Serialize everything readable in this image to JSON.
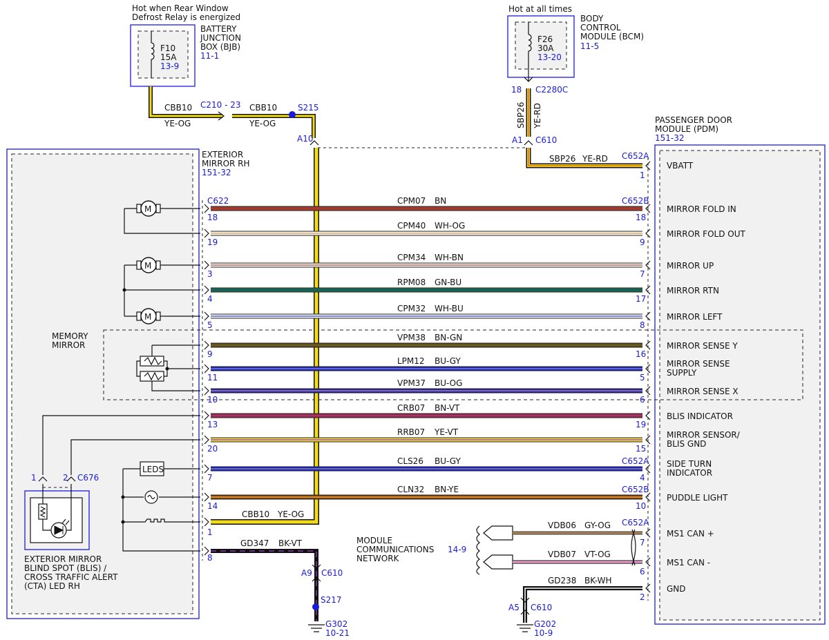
{
  "top_left": {
    "note_line1": "Hot when Rear Window",
    "note_line2": "Defrost Relay is energized",
    "fuse_name": "F10",
    "fuse_rating": "15A",
    "fuse_ref": "13-9",
    "module_line1": "BATTERY",
    "module_line2": "JUNCTION",
    "module_line3": "BOX (BJB)",
    "module_ref": "11-1",
    "wire1_circuit": "CBB10",
    "wire1_color": "YE-OG",
    "connector": "C210 - 23",
    "wire2_circuit": "CBB10",
    "wire2_color": "YE-OG",
    "splice": "S215",
    "pin_a10": "A10"
  },
  "top_right": {
    "note": "Hot at all times",
    "fuse_name": "F26",
    "fuse_rating": "30A",
    "fuse_ref": "13-20",
    "module_line1": "BODY",
    "module_line2": "CONTROL",
    "module_line3": "MODULE (BCM)",
    "module_ref": "11-5",
    "pin_18": "18",
    "connector_c2280c": "C2280C",
    "vert_circuit": "SBP26",
    "vert_color": "YE-RD",
    "pin_a1": "A1",
    "connector_c610": "C610"
  },
  "mirror": {
    "title_line1": "EXTERIOR",
    "title_line2": "MIRROR RH",
    "ref": "151-32",
    "connector": "C622",
    "memory_line1": "MEMORY",
    "memory_line2": "MIRROR",
    "leds_label": "LEDS",
    "blis_connector": "C676",
    "blis_pin1": "1",
    "blis_pin2": "2",
    "blis_line1": "EXTERIOR MIRROR",
    "blis_line2": "BLIND SPOT (BLIS) /",
    "blis_line3": "CROSS TRAFFIC ALERT",
    "blis_line4": "(CTA) LED RH"
  },
  "pdm": {
    "title_line1": "PASSENGER DOOR",
    "title_line2": "MODULE (PDM)",
    "ref": "151-32"
  },
  "vbatt_row": {
    "circuit": "SBP26",
    "color": "YE-RD",
    "connector": "C652A",
    "pin": "1",
    "label": "VBATT"
  },
  "wires": [
    {
      "circuit": "CPM07",
      "color": "BN",
      "left_pin": "18",
      "right_pin": "18",
      "left_connector": "C622",
      "right_connector": "C652B",
      "label_line1": "MIRROR FOLD IN",
      "label_line2": "",
      "stripe": "#a23a2e",
      "trace": "#a23a2e"
    },
    {
      "circuit": "CPM40",
      "color": "WH-OG",
      "left_pin": "19",
      "right_pin": "9",
      "left_connector": "",
      "right_connector": "",
      "label_line1": "MIRROR FOLD OUT",
      "label_line2": "",
      "stripe": "#f7f7f7",
      "trace": "#e39a3c"
    },
    {
      "circuit": "CPM34",
      "color": "WH-BN",
      "left_pin": "3",
      "right_pin": "7",
      "left_connector": "",
      "right_connector": "",
      "label_line1": "MIRROR UP",
      "label_line2": "",
      "stripe": "#f7f7f7",
      "trace": "#b04a3c"
    },
    {
      "circuit": "RPM08",
      "color": "GN-BU",
      "left_pin": "4",
      "right_pin": "17",
      "left_connector": "",
      "right_connector": "",
      "label_line1": "MIRROR RTN",
      "label_line2": "",
      "stripe": "#1a7a2a",
      "trace": "#2233cc"
    },
    {
      "circuit": "CPM32",
      "color": "WH-BU",
      "left_pin": "5",
      "right_pin": "8",
      "left_connector": "",
      "right_connector": "",
      "label_line1": "MIRROR LEFT",
      "label_line2": "",
      "stripe": "#f7f7f7",
      "trace": "#3344dd"
    },
    {
      "circuit": "VPM38",
      "color": "BN-GN",
      "left_pin": "9",
      "right_pin": "16",
      "left_connector": "",
      "right_connector": "",
      "label_line1": "MIRROR SENSE Y",
      "label_line2": "",
      "stripe": "#7a4020",
      "trace": "#2a8a2a"
    },
    {
      "circuit": "LPM12",
      "color": "BU-GY",
      "left_pin": "11",
      "right_pin": "5",
      "left_connector": "",
      "right_connector": "",
      "label_line1": "MIRROR SENSE",
      "label_line2": "SUPPLY",
      "stripe": "#1a22d0",
      "trace": "#999999"
    },
    {
      "circuit": "VPM37",
      "color": "BU-OG",
      "left_pin": "10",
      "right_pin": "6",
      "left_connector": "",
      "right_connector": "",
      "label_line1": "MIRROR SENSE X",
      "label_line2": "",
      "stripe": "#1a22d0",
      "trace": "#e39a3c"
    },
    {
      "circuit": "CRB07",
      "color": "BN-VT",
      "left_pin": "13",
      "right_pin": "19",
      "left_connector": "",
      "right_connector": "",
      "label_line1": "BLIS INDICATOR",
      "label_line2": "",
      "stripe": "#a02a3a",
      "trace": "#9a3ab0"
    },
    {
      "circuit": "RRB07",
      "color": "YE-VT",
      "left_pin": "20",
      "right_pin": "15",
      "left_connector": "",
      "right_connector": "",
      "label_line1": "MIRROR SENSOR/",
      "label_line2": "BLIS GND",
      "stripe": "#f0e040",
      "trace": "#9a3ab0"
    },
    {
      "circuit": "CLS26",
      "color": "BU-GY",
      "left_pin": "7",
      "right_pin": "4",
      "left_connector": "",
      "right_connector": "C652A",
      "label_line1": "SIDE TURN",
      "label_line2": "INDICATOR",
      "stripe": "#1a22d0",
      "trace": "#999999"
    },
    {
      "circuit": "CLN32",
      "color": "BN-YE",
      "left_pin": "14",
      "right_pin": "10",
      "left_connector": "",
      "right_connector": "C652B",
      "label_line1": "PUDDLE LIGHT",
      "label_line2": "",
      "stripe": "#8a3a1a",
      "trace": "#f0d020"
    }
  ],
  "cbb_row": {
    "circuit": "CBB10",
    "color": "YE-OG",
    "pin": "1"
  },
  "ground_left": {
    "pin": "8",
    "circuit": "GD347",
    "color": "BK-VT",
    "pin_a9": "A9",
    "connector": "C610",
    "splice": "S217",
    "ground": "G302",
    "ref": "10-21"
  },
  "network": {
    "line1": "MODULE",
    "line2": "COMMUNICATIONS",
    "line3": "NETWORK",
    "ref": "14-9",
    "can_plus": {
      "circuit": "VDB06",
      "color": "GY-OG",
      "connector": "C652A",
      "pin": "7",
      "label": "MS1 CAN +"
    },
    "can_minus": {
      "circuit": "VDB07",
      "color": "VT-OG",
      "pin": "6",
      "label": "MS1 CAN -"
    }
  },
  "ground_right": {
    "circuit": "GD238",
    "color": "BK-WH",
    "pin": "2",
    "label": "GND",
    "pin_a5": "A5",
    "connector": "C610",
    "ground": "G202",
    "ref": "10-9"
  }
}
